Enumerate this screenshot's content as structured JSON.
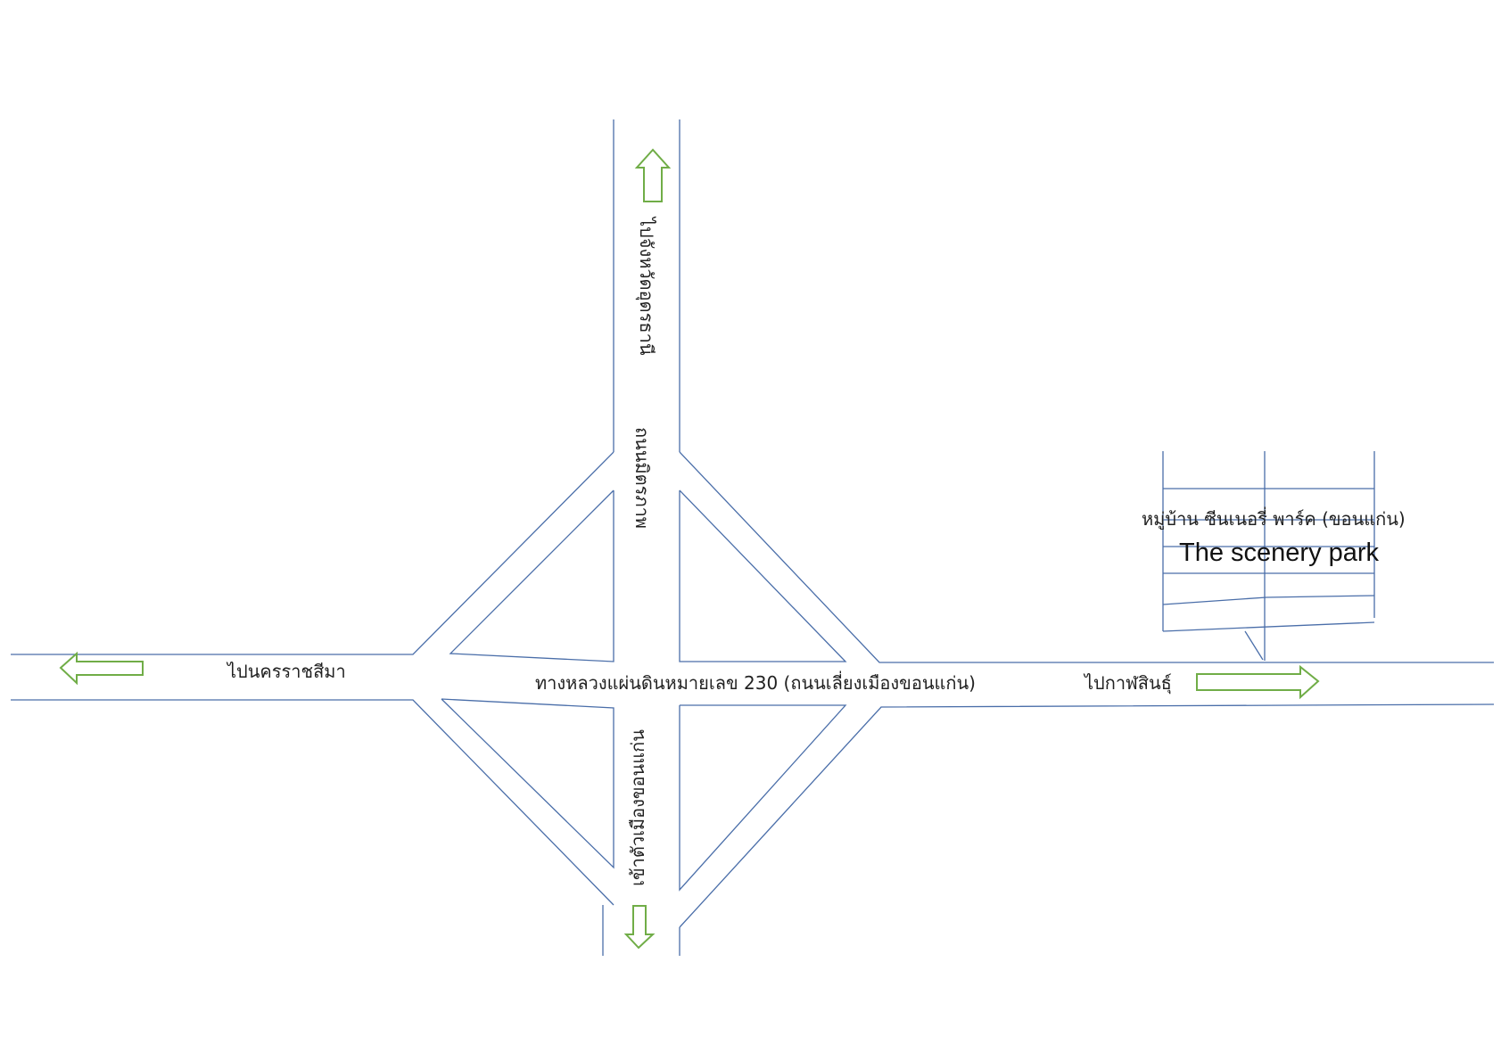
{
  "map": {
    "colors": {
      "road": "#4a6ea9",
      "arrow": "#70ad47",
      "background": "#ffffff",
      "text": "#222222"
    },
    "labels": {
      "to_nakhon_ratchasima": "ไปนครราชสีมา",
      "highway_230": "ทางหลวงแผ่นดินหมายเลข 230 (ถนนเลี่ยงเมืองขอนแก่น)",
      "to_kalasin": "ไปกาฬสินธุ์",
      "to_udon_thani": "ไปจังหวัดอุดรธานี",
      "mittraphap_road": "ถนนมิตรภาพ",
      "into_khon_kaen_city": "เข้าตัวเมืองขอนแก่น",
      "village_name_thai": "หมู่บ้าน ซีนเนอรี่ พาร์ค (ขอนแก่น)",
      "village_name_english": "The scenery park"
    },
    "icons": {
      "north": "arrow-up-icon",
      "south": "arrow-down-icon",
      "west": "arrow-left-icon",
      "east": "arrow-right-icon"
    }
  }
}
